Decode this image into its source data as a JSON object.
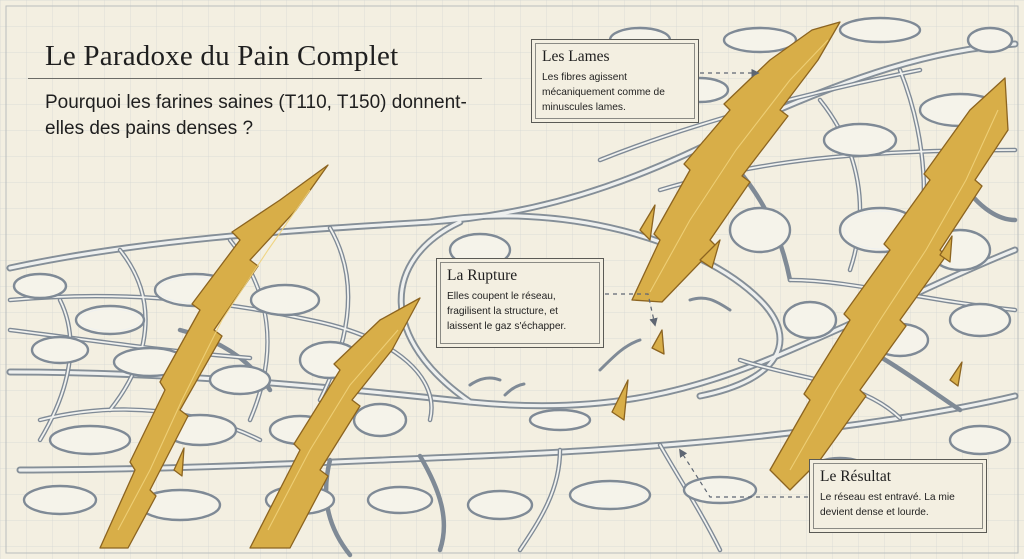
{
  "header": {
    "title": "Le Paradoxe du Pain Complet",
    "subtitle": "Pourquoi les farines saines (T110, T150) donnent-elles des pains denses ?"
  },
  "callouts": {
    "lames": {
      "title": "Les Lames",
      "body": "Les fibres agissent mécaniquement comme de minuscules lames."
    },
    "rupture": {
      "title": "La Rupture",
      "body": "Elles coupent le réseau, fragilisent la structure, et laissent le gaz s'échapper."
    },
    "resultat": {
      "title": "Le Résultat",
      "body": "Le réseau est entravé. La mie devient dense et lourde."
    }
  },
  "colors": {
    "paper": "#f3efe1",
    "grid": "#cfd3d6",
    "network": "#7f8a96",
    "fiber": "#d8ae48",
    "fiber_dark": "#8c6420",
    "ink": "#1f1f1f"
  },
  "icons": [
    "gluten-network",
    "fiber-blade-shards",
    "dashed-arrow"
  ]
}
